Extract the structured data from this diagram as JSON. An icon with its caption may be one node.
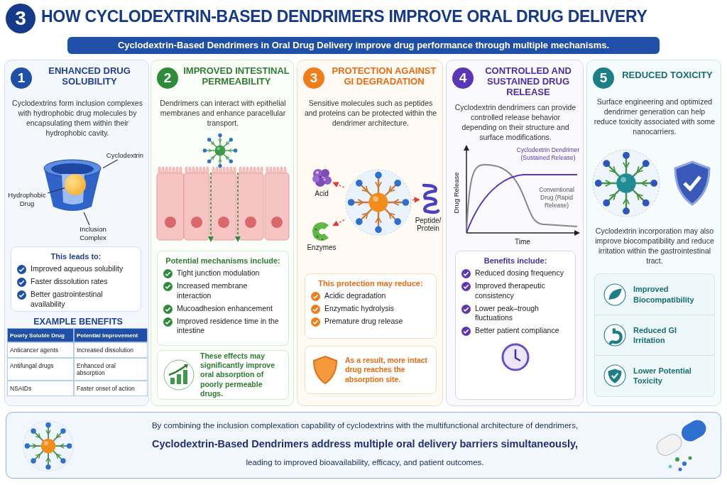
{
  "diagram": {
    "title": "HOW CYCLODEXTRIN-BASED DENDRIMERS IMPROVE ORAL DRUG DELIVERY",
    "nodes": [
      {
        "text": [
          "Cyclodextrin-Based Dendrimers in Oral Drug Delivery improve drug performance through multiple mechanisms."
        ]
      },
      {
        "text": [
          "ENHANCED DRUG SOLUBILITY",
          "Cyclodextrins form inclusion complexes with hydrophobic drug molecules by encapsulating them within their hydrophobic cavity."
        ]
      },
      {
        "text": [
          "1"
        ],
        "in": 1
      },
      {
        "text": [
          "Cyclodextrin"
        ],
        "in": 1
      },
      {
        "text": [
          "Hydrophobic Drug"
        ],
        "in": 1
      },
      {
        "text": [
          "Inclusion Complex"
        ],
        "in": 1
      },
      {
        "text": [],
        "shape": "picture",
        "in": 1
      },
      {
        "text": [],
        "shape": "circle",
        "in": 6
      },
      {
        "text": [
          "This leads to:",
          "Improved aqueous solubility",
          "Faster dissolution rates",
          "Better gastrointestinal availability"
        ],
        "in": 1
      },
      {
        "text": [
          "IMPROVED INTESTINAL PERMEABILITY",
          "Dendrimers can interact with epithelial membranes and enhance paracellular transport."
        ]
      },
      {
        "text": [
          "2"
        ],
        "in": 9
      },
      {
        "text": [
          "Potential mechanisms include:",
          "Tight junction modulation",
          "Increased membrane interaction",
          "Mucoadhesion enhancement",
          "Improved residence time in the intestine"
        ],
        "in": 9
      },
      {
        "text": [
          "These effects may significantly improve oral absorption of poorly permeable drugs."
        ],
        "in": 9
      },
      {
        "text": [
          "PROTECTION AGAINST GI DEGRADATION",
          "Sensitive molecules such as peptides and proteins can be protected within the dendrimer architecture."
        ]
      },
      {
        "text": [
          "3"
        ],
        "in": 13
      },
      {
        "text": [],
        "shape": "picture",
        "in": 13,
        "beside": [
          "Acid"
        ]
      },
      {
        "text": [],
        "shape": "picture",
        "in": 13,
        "beside": [
          "Enzymes"
        ]
      },
      {
        "text": [],
        "shape": "picture",
        "in": 13
      },
      {
        "text": [],
        "shape": "picture",
        "in": 13,
        "beside": [
          "Peptide/ Protein"
        ]
      },
      {
        "text": [
          "This protection may reduce:",
          "Acidic degradation",
          "Enzymatic hydrolysis",
          "Premature drug release"
        ],
        "in": 13
      },
      {
        "text": [
          "As a result, more intact drug reaches the absorption site."
        ],
        "in": 13
      },
      {
        "text": [
          "CONTROLLED AND SUSTAINED DRUG RELEASE",
          "Cyclodextrin dendrimers can provide controlled release behavior depending on their structure and surface modifications."
        ]
      },
      {
        "text": [
          "4"
        ],
        "in": 21
      },
      {
        "text": [
          "Benefits include:",
          "Reduced dosing frequency",
          "Improved therapeutic consistency",
          "Lower peak–trough fluctuations",
          "Better patient compliance"
        ],
        "in": 21
      },
      {
        "text": [
          "REDUCED TOXICITY",
          "Surface engineering and optimized dendrimer generation can help reduce toxicity associated with some nanocarriers.",
          "Cyclodextrin incorporation may also improve biocompatibility and reduce irritation within the gastrointestinal tract."
        ]
      },
      {
        "text": [
          "5"
        ],
        "in": 24
      },
      {
        "text": [
          "Improved Biocompatibility",
          "Reduced GI Irritation",
          "Lower Potential Toxicity"
        ],
        "in": 24
      },
      {
        "text": [
          "By combining the inclusion complexation capability of cyclodextrins with the multifunctional architecture of dendrimers,",
          "Cyclodextrin-Based Dendrimers address multiple oral delivery barriers simultaneously,",
          "leading to improved bioavailability, efficacy, and patient outcomes."
        ]
      }
    ],
    "edges": [
      {
        "from": 3,
        "to": 6,
        "arrow": "none"
      },
      {
        "from": 4,
        "to": 7,
        "arrow": "none"
      },
      {
        "from": 5,
        "to": 6,
        "arrow": "none"
      },
      {
        "from": 17,
        "to": 15,
        "arrow": "to",
        "style": "dashed",
        "color": "#e53935"
      },
      {
        "from": 17,
        "to": 16,
        "arrow": "to",
        "style": "dashed",
        "color": "#e53935"
      },
      {
        "from": 17,
        "to": 18,
        "arrow": "to",
        "style": "dashed",
        "color": "#e53935"
      }
    ],
    "labels": [
      "3",
      "EXAMPLE BENEFITS",
      "Poorly Soluble Drug",
      "Potential Improvement",
      "Anticancer agents",
      "Increased dissolution",
      "Antifungal drugs",
      "Enhanced oral absorption",
      "NSAIDs",
      "Faster onset of action",
      "Cyclodextrin Dendrimer (Sustained Release)",
      "Drug Release",
      "Conventional Drug (Rapid Release)",
      "Time"
    ]
  }
}
